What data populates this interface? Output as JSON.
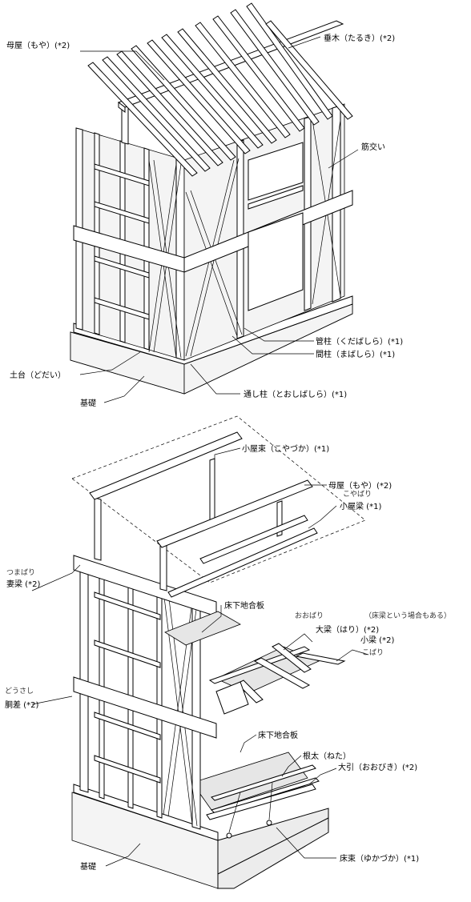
{
  "diagram": {
    "top": {
      "labels": [
        {
          "id": "moya",
          "text": "母屋（もや）(*2)"
        },
        {
          "id": "taruki",
          "text": "垂木（たるき）(*2)"
        },
        {
          "id": "sujikai",
          "text": "筋交い"
        },
        {
          "id": "kudabashira",
          "text": "管柱（くだばしら）(*1)"
        },
        {
          "id": "mabashira",
          "text": "間柱（まばしら）(*1)"
        },
        {
          "id": "dodai",
          "text": "土台（どだい）"
        },
        {
          "id": "kiso",
          "text": "基礎"
        },
        {
          "id": "toshibashira",
          "text": "通し柱（とおしばしら）(*1)"
        }
      ]
    },
    "bottom": {
      "labels": [
        {
          "id": "koyazuka",
          "text": "小屋束（こやづか）(*1)"
        },
        {
          "id": "moya",
          "text": "母屋（もや）(*2)"
        },
        {
          "id": "koyabari_ruby",
          "text": "こやばり"
        },
        {
          "id": "koyabari",
          "text": "小屋梁 (*1)"
        },
        {
          "id": "tsumabari_ruby",
          "text": "つまばり"
        },
        {
          "id": "tsumabari",
          "text": "妻梁 (*2)"
        },
        {
          "id": "yukashita1",
          "text": "床下地合板"
        },
        {
          "id": "oobari_ruby",
          "text": "おおばり"
        },
        {
          "id": "oobari_note",
          "text": "（床梁という場合もある）"
        },
        {
          "id": "oobari",
          "text": "大梁（はり）(*2)"
        },
        {
          "id": "kobari",
          "text": "小梁 (*2)"
        },
        {
          "id": "kobari_ruby",
          "text": "こばり"
        },
        {
          "id": "dousashi_ruby",
          "text": "どうさし"
        },
        {
          "id": "dousashi",
          "text": "胴差 (*2)"
        },
        {
          "id": "yukashita2",
          "text": "床下地合板"
        },
        {
          "id": "neda",
          "text": "根太（ねた）"
        },
        {
          "id": "oobiki",
          "text": "大引（おおびき）(*2)"
        },
        {
          "id": "kiso",
          "text": "基礎"
        },
        {
          "id": "yukazuka",
          "text": "床束（ゆかづか）(*1)"
        }
      ]
    }
  }
}
